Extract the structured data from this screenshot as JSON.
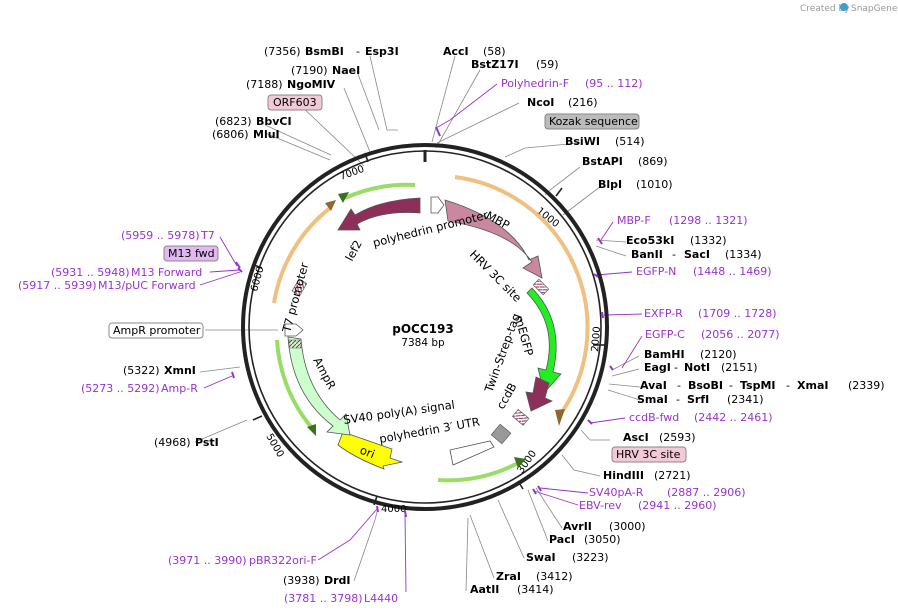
{
  "credit": {
    "text": "Created by",
    "brand": "SnapGene"
  },
  "plasmid": {
    "name": "pOCC193",
    "size": "7384 bp"
  },
  "ticks": [
    "1000",
    "2000",
    "3000",
    "4000",
    "5000",
    "6000",
    "7000"
  ],
  "features": {
    "mbp": "MBP",
    "hrv_site_inner": "HRV 3C site",
    "megfp": "mEGFP",
    "twin_strep": "Twin-Strep-tag",
    "ccdb": "ccdB",
    "sv40": "SV40 poly(A) signal",
    "polh3utr": "polyhedrin 3′ UTR",
    "ori": "ori",
    "ampr": "AmpR",
    "t7_promoter": "T7 promoter",
    "lef2": "lef2",
    "polh_promoter": "polyhedrin promoter"
  },
  "boxes": {
    "orf603": "ORF603",
    "kozak": "Kozak sequence",
    "m13fwd": "M13 fwd",
    "ampr_promoter": "AmpR promoter",
    "hrv3c": "HRV 3C site"
  },
  "sites": {
    "bsmbi": {
      "pos": "(7356)",
      "name": "BsmBI",
      "sep": "-",
      "name2": "Esp3I"
    },
    "acci": {
      "name": "AccI",
      "pos": "(58)"
    },
    "bstz17i": {
      "name": "BstZ17I",
      "pos": "(59)"
    },
    "naei": {
      "pos": "(7190)",
      "name": "NaeI"
    },
    "ngomiv": {
      "pos": "(7188)",
      "name": "NgoMIV"
    },
    "ncoi": {
      "name": "NcoI",
      "pos": "(216)"
    },
    "bbvci": {
      "pos": "(6823)",
      "name": "BbvCI"
    },
    "mlui": {
      "pos": "(6806)",
      "name": "MluI"
    },
    "bsiwi": {
      "name": "BsiWI",
      "pos": "(514)"
    },
    "bstapi": {
      "name": "BstAPI",
      "pos": "(869)"
    },
    "blpi": {
      "name": "BlpI",
      "pos": "(1010)"
    },
    "eco53ki": {
      "name": "Eco53kI",
      "pos": "(1332)"
    },
    "banii": {
      "name": "BanII",
      "sep": "-",
      "name2": "SacI",
      "pos": "(1334)"
    },
    "bamhi": {
      "name": "BamHI",
      "pos": "(2120)"
    },
    "eagi": {
      "name": "EagI",
      "sep": "-",
      "name2": "NotI",
      "pos": "(2151)"
    },
    "avai": {
      "name": "AvaI",
      "n2": "BsoBI",
      "n3": "TspMI",
      "n4": "XmaI",
      "sep": "-",
      "pos": "(2339)"
    },
    "smai": {
      "name": "SmaI",
      "sep": "-",
      "name2": "SrfI",
      "pos": "(2341)"
    },
    "asci": {
      "name": "AscI",
      "pos": "(2593)"
    },
    "hindiii": {
      "name": "HindIII",
      "pos": "(2721)"
    },
    "avrii": {
      "name": "AvrII",
      "pos": "(3000)"
    },
    "paci": {
      "name": "PacI",
      "pos": "(3050)"
    },
    "swai": {
      "name": "SwaI",
      "pos": "(3223)"
    },
    "zrai": {
      "name": "ZraI",
      "pos": "(3412)"
    },
    "aatii": {
      "name": "AatII",
      "pos": "(3414)"
    },
    "drdi": {
      "pos": "(3938)",
      "name": "DrdI"
    },
    "psti": {
      "pos": "(4968)",
      "name": "PstI"
    },
    "xmni": {
      "pos": "(5322)",
      "name": "XmnI"
    }
  },
  "primers": {
    "polh_f": {
      "name": "Polyhedrin-F",
      "range": "(95 .. 112)"
    },
    "mbp_f": {
      "name": "MBP-F",
      "range": "(1298 .. 1321)"
    },
    "egfp_n": {
      "name": "EGFP-N",
      "range": "(1448 .. 1469)"
    },
    "exfp_r": {
      "name": "EXFP-R",
      "range": "(1709 .. 1728)"
    },
    "egfp_c": {
      "name": "EGFP-C",
      "range": "(2056 .. 2077)"
    },
    "ccdb_fwd": {
      "name": "ccdB-fwd",
      "range": "(2442 .. 2461)"
    },
    "sv40pa_r": {
      "name": "SV40pA-R",
      "range": "(2887 .. 2906)"
    },
    "ebv_rev": {
      "name": "EBV-rev",
      "range": "(2941 .. 2960)"
    },
    "pbr322": {
      "range": "(3971 .. 3990)",
      "name": "pBR322ori-F"
    },
    "l4440": {
      "range": "(3781 .. 3798)",
      "name": "L4440"
    },
    "amp_r": {
      "range": "(5273 .. 5292)",
      "name": "Amp-R"
    },
    "t7": {
      "range": "(5959 .. 5978)",
      "name": "T7"
    },
    "m13_forward": {
      "range": "(5931 .. 5948)",
      "name": "M13 Forward"
    },
    "m13_puc": {
      "range": "(5917 .. 5939)",
      "name": "M13/pUC Forward"
    }
  },
  "colors": {
    "backbone": "#222222",
    "mbp": "#c9889f",
    "polh_promoter": "#c9889f",
    "lef2": "#8e2f5a",
    "megfp": "#22ee22",
    "ccdb": "#8e2f5a",
    "ori": "#ffff00",
    "ampr": "#ccffcc",
    "primer": "#9932cc",
    "orange_arc": "#f0c080",
    "green_arc": "#99dd66",
    "box_pink": "#f2c9d6",
    "box_grey": "#bbbbbb",
    "box_violet": "#e2b8f2"
  }
}
